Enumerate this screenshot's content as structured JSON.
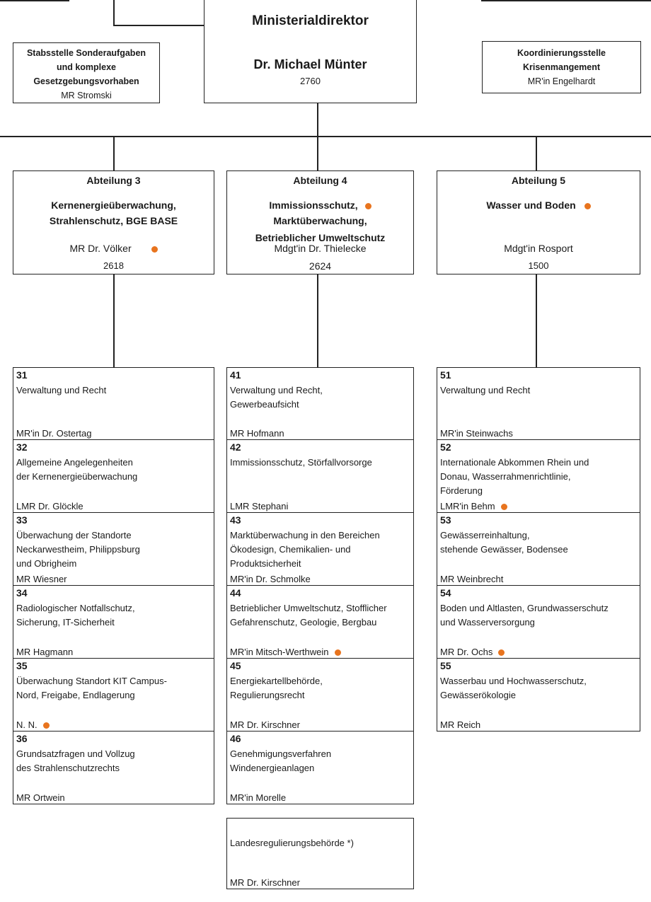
{
  "staff_unit": {
    "lines": [
      "Stabsstelle Sonderaufgaben",
      "und komplexe",
      "Gesetzgebungsvorhaben"
    ],
    "head": "MR Stromski"
  },
  "director": {
    "title": "Ministerialdirektor",
    "name": "Dr. Michael Münter",
    "number": "2760"
  },
  "coordination": {
    "lines": [
      "Koordinierungsstelle",
      "Krisenmangement"
    ],
    "head": "MR'in Engelhardt"
  },
  "departments": [
    {
      "name": "Abteilung 3",
      "topic": [
        "Kernenergieüberwachung,",
        "Strahlenschutz, BGE BASE"
      ],
      "head": "MR Dr. Völker",
      "number": "2618"
    },
    {
      "name": "Abteilung 4",
      "topic": [
        "Immissionsschutz,",
        "Marktüberwachung,",
        "Betrieblicher Umweltschutz"
      ],
      "head": "Mdgt'in Dr. Thielecke",
      "number": "2624"
    },
    {
      "name": "Abteilung 5",
      "topic": [
        "Wasser und Boden"
      ],
      "head": "Mdgt'in Rosport",
      "number": "1500"
    }
  ],
  "dept3_units": [
    {
      "number": "31",
      "lines": [
        "Verwaltung und Recht"
      ],
      "head": "MR'in Dr. Ostertag"
    },
    {
      "number": "32",
      "lines": [
        "Allgemeine Angelegenheiten",
        "der Kernenergieüberwachung"
      ],
      "head": "LMR Dr. Glöckle"
    },
    {
      "number": "33",
      "lines": [
        "Überwachung der Standorte",
        "Neckarwestheim, Philippsburg",
        "und Obrigheim"
      ],
      "head": "MR Wiesner"
    },
    {
      "number": "34",
      "lines": [
        "Radiologischer Notfallschutz,",
        "Sicherung, IT-Sicherheit"
      ],
      "head": "MR Hagmann"
    },
    {
      "number": "35",
      "lines": [
        "Überwachung Standort KIT Campus-",
        "Nord, Freigabe, Endlagerung"
      ],
      "head": "N. N."
    },
    {
      "number": "36",
      "lines": [
        "Grundsatzfragen und Vollzug",
        "des Strahlenschutzrechts"
      ],
      "head": "MR Ortwein"
    }
  ],
  "dept4_units": [
    {
      "number": "41",
      "lines": [
        "Verwaltung und Recht,",
        "Gewerbeaufsicht"
      ],
      "head": "MR Hofmann"
    },
    {
      "number": "42",
      "lines": [
        "Immissionsschutz, Störfallvorsorge"
      ],
      "head": "LMR Stephani"
    },
    {
      "number": "43",
      "lines": [
        "Marktüberwachung in den Bereichen",
        "Ökodesign, Chemikalien- und",
        "Produktsicherheit"
      ],
      "head": "MR'in Dr. Schmolke"
    },
    {
      "number": "44",
      "lines": [
        "Betrieblicher Umweltschutz, Stofflicher",
        "Gefahrenschutz, Geologie, Bergbau"
      ],
      "head": "MR'in Mitsch-Werthwein"
    },
    {
      "number": "45",
      "lines": [
        "Energiekartellbehörde,",
        "Regulierungsrecht"
      ],
      "head": "MR Dr. Kirschner"
    },
    {
      "number": "46",
      "lines": [
        "Genehmigungsverfahren",
        "Windenergieanlagen"
      ],
      "head": "MR'in Morelle"
    }
  ],
  "dept5_units": [
    {
      "number": "51",
      "lines": [
        "Verwaltung und Recht"
      ],
      "head": "MR'in Steinwachs"
    },
    {
      "number": "52",
      "lines": [
        "Internationale Abkommen Rhein und",
        "Donau, Wasserrahmenrichtlinie,",
        "Förderung"
      ],
      "head": "LMR'in Behm"
    },
    {
      "number": "53",
      "lines": [
        "Gewässerreinhaltung,",
        "stehende Gewässer, Bodensee"
      ],
      "head": "MR Weinbrecht"
    },
    {
      "number": "54",
      "lines": [
        "Boden und Altlasten, Grundwasserschutz",
        "und Wasserversorgung"
      ],
      "head": "MR Dr. Ochs"
    },
    {
      "number": "55",
      "lines": [
        "Wasserbau und Hochwasserschutz,",
        "Gewässerökologie"
      ],
      "head": "MR Reich"
    }
  ],
  "regulator": {
    "text": "Landesregulierungsbehörde *)",
    "head": "MR Dr. Kirschner"
  },
  "colors": {
    "marker": "#e8741e",
    "line": "#222222"
  }
}
